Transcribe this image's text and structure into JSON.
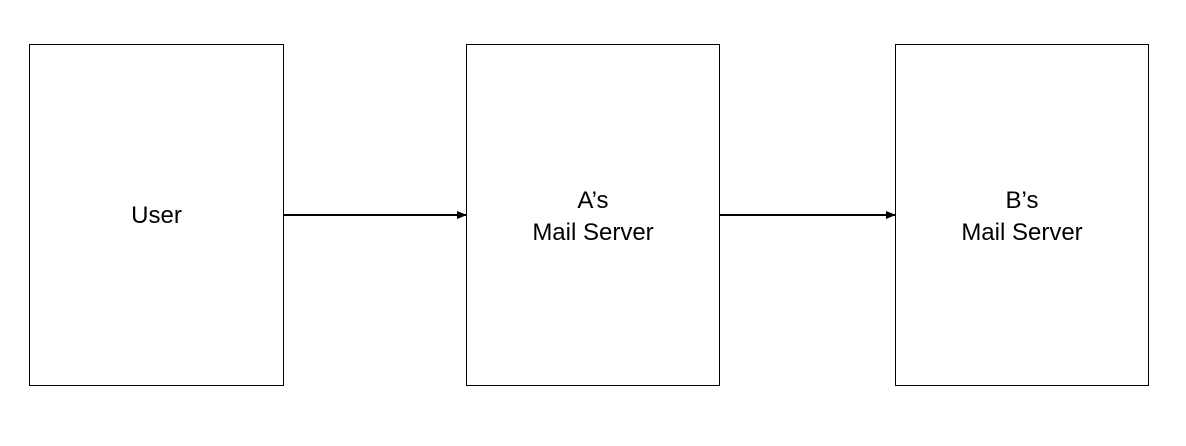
{
  "diagram": {
    "nodes": [
      {
        "id": "user",
        "lines": [
          "User"
        ]
      },
      {
        "id": "a-mail-server",
        "lines": [
          "A’s",
          "Mail Server"
        ]
      },
      {
        "id": "b-mail-server",
        "lines": [
          "B’s",
          "Mail Server"
        ]
      }
    ],
    "edges": [
      {
        "from": "user",
        "to": "a-mail-server"
      },
      {
        "from": "a-mail-server",
        "to": "b-mail-server"
      }
    ],
    "colors": {
      "stroke": "#000000",
      "fill": "#ffffff",
      "text": "#000000"
    }
  }
}
